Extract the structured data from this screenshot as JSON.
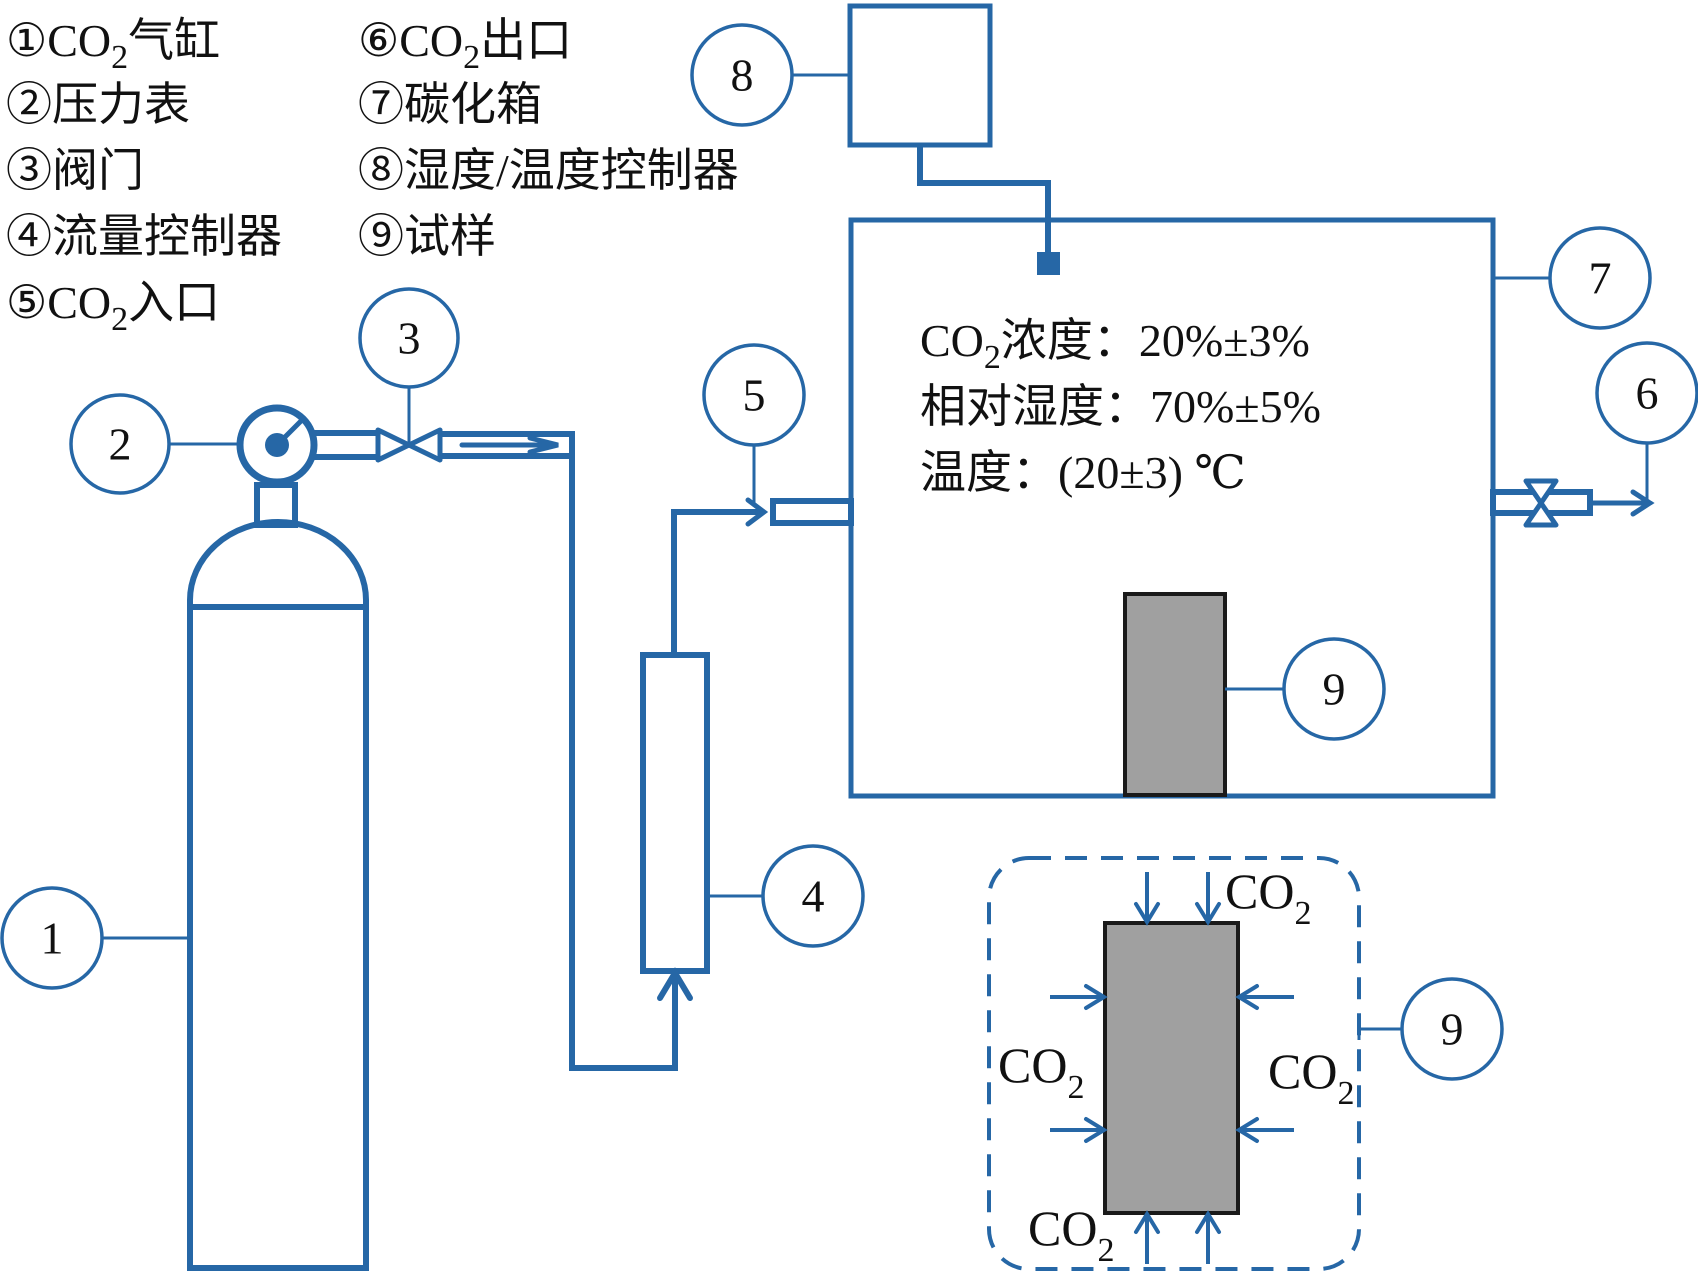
{
  "figure": {
    "legend": [
      {
        "num": "①",
        "label": "CO",
        "sub": "2",
        "suffix": "气缸"
      },
      {
        "num": "②",
        "label": "压力表",
        "sub": "",
        "suffix": ""
      },
      {
        "num": "③",
        "label": "阀门",
        "sub": "",
        "suffix": ""
      },
      {
        "num": "④",
        "label": "流量控制器",
        "sub": "",
        "suffix": ""
      },
      {
        "num": "⑤",
        "label": "CO",
        "sub": "2",
        "suffix": "入口"
      },
      {
        "num": "⑥",
        "label": "CO",
        "sub": "2",
        "suffix": "出口"
      },
      {
        "num": "⑦",
        "label": "碳化箱",
        "sub": "",
        "suffix": ""
      },
      {
        "num": "⑧",
        "label": "湿度/温度控制器",
        "sub": "",
        "suffix": ""
      },
      {
        "num": "⑨",
        "label": "试样",
        "sub": "",
        "suffix": ""
      }
    ],
    "callouts": {
      "c1": "1",
      "c2": "2",
      "c3": "3",
      "c4": "4",
      "c5": "5",
      "c6": "6",
      "c7": "7",
      "c8": "8",
      "c9": "9",
      "c9b": "9"
    },
    "conditions": {
      "co2_prefix": "CO",
      "co2_sub": "2",
      "co2_label": "浓度：20%±3%",
      "humidity": "相对湿度：70%±5%",
      "temperature": "温度：(20±3) ℃"
    },
    "detail_labels": {
      "co2": "CO",
      "sub": "2"
    },
    "colors": {
      "line": "#2667a6",
      "sample_fill": "#a0a0a0",
      "sample_stroke": "#1a1a1a",
      "text": "#111111"
    }
  }
}
